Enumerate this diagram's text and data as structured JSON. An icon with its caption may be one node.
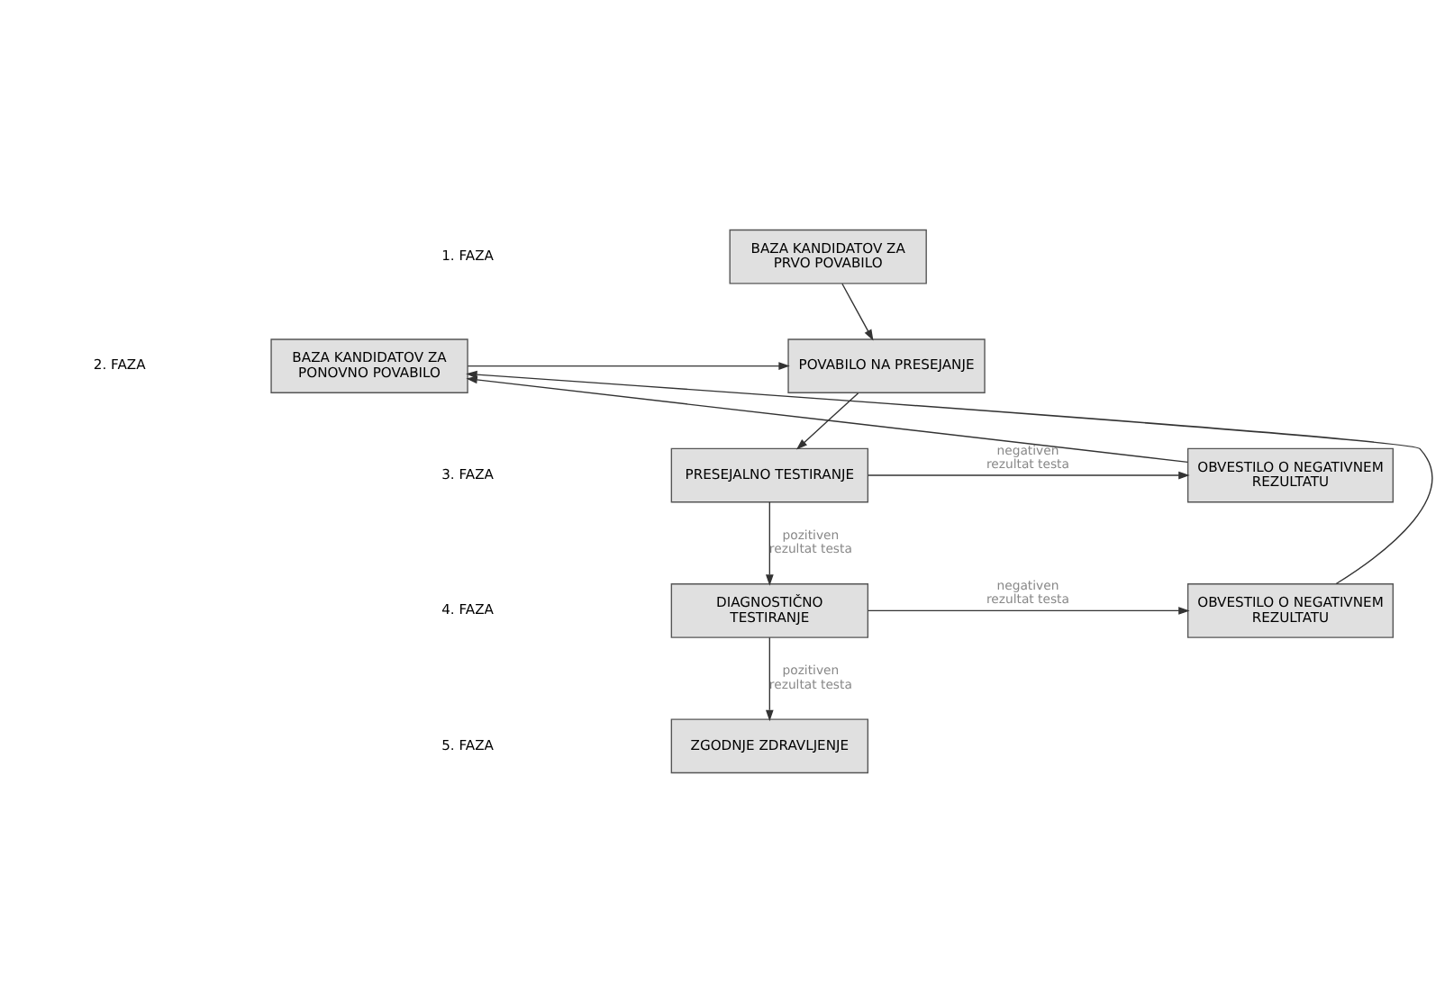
{
  "diagram": {
    "nodes": [
      {
        "text": [
          "BAZA KANDIDATOV ZA PRVO POVABILO"
        ]
      },
      {
        "text": [
          "POVABILO NA PRESEJANJE"
        ]
      },
      {
        "text": [
          "BAZA KANDIDATOV ZA PONOVNO POVABILO"
        ]
      },
      {
        "text": [
          "PRESEJALNO TESTIRANJE"
        ]
      },
      {
        "text": [
          "OBVESTILO O NEGATIVNEM REZULTATU"
        ]
      },
      {
        "text": [
          "DIAGNOSTIČNO TESTIRANJE"
        ]
      },
      {
        "text": [
          "OBVESTILO O NEGATIVNEM REZULTATU"
        ]
      },
      {
        "text": [
          "ZGODNJE ZDRAVLJENJE"
        ]
      }
    ],
    "edges": [
      {
        "from": 0,
        "to": 1,
        "arrow": "to"
      },
      {
        "from": 2,
        "to": 1,
        "arrow": "to"
      },
      {
        "from": 1,
        "to": 3,
        "arrow": "to"
      },
      {
        "from": 3,
        "to": 4,
        "label": "negativen rezultat testa",
        "arrow": "to"
      },
      {
        "from": 4,
        "to": 2,
        "arrow": "to"
      },
      {
        "from": 3,
        "to": 5,
        "label": "pozitiven rezultat testa",
        "arrow": "to"
      },
      {
        "from": 5,
        "to": 6,
        "label": "negativen rezultat testa",
        "arrow": "to"
      },
      {
        "from": 6,
        "to": 2,
        "arrow": "to"
      },
      {
        "from": 5,
        "to": 7,
        "label": "pozitiven rezultat testa",
        "arrow": "to"
      }
    ],
    "labels": [
      "1. FAZA",
      "2. FAZA",
      "3. FAZA",
      "4. FAZA",
      "5. FAZA"
    ]
  }
}
